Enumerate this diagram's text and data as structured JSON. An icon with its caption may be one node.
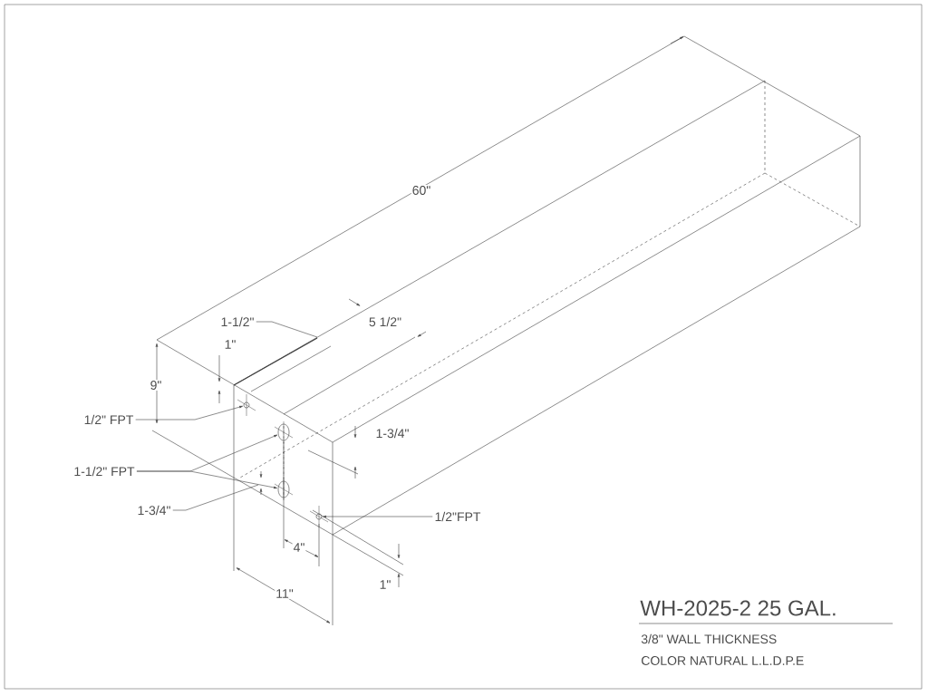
{
  "diagram": {
    "nodes": [
      {
        "text": [
          "1-1/2\""
        ]
      },
      {
        "text": [
          "1/2\" FPT"
        ]
      },
      {
        "text": [
          "1-1/2\" FPT"
        ]
      },
      {
        "text": [
          "1-3/4\""
        ]
      },
      {
        "text": [
          "1/2\"FPT"
        ]
      },
      {
        "text": [],
        "shape": "circle"
      },
      {
        "text": [],
        "shape": "circle"
      },
      {
        "text": [],
        "shape": "circle"
      },
      {
        "text": [],
        "shape": "circle"
      }
    ],
    "edges": [
      {
        "from": 0,
        "to": null,
        "arrow": "none"
      },
      {
        "from": 1,
        "to": 5,
        "arrow": "to"
      },
      {
        "from": 2,
        "to": 6,
        "arrow": "to"
      },
      {
        "from": 2,
        "to": 7,
        "arrow": "to"
      },
      {
        "from": 3,
        "to": null,
        "arrow": "none"
      },
      {
        "from": 4,
        "to": 8,
        "arrow": "to"
      }
    ],
    "labels": [
      "60\"",
      "5 1/2\"",
      "1\"",
      "9\"",
      "1-3/4\"",
      "4\"",
      "1\"",
      "11\"",
      "WH-2025-2 25 GAL.",
      "3/8\" WALL THICKNESS",
      "COLOR NATURAL L.L.D.P.E"
    ]
  }
}
